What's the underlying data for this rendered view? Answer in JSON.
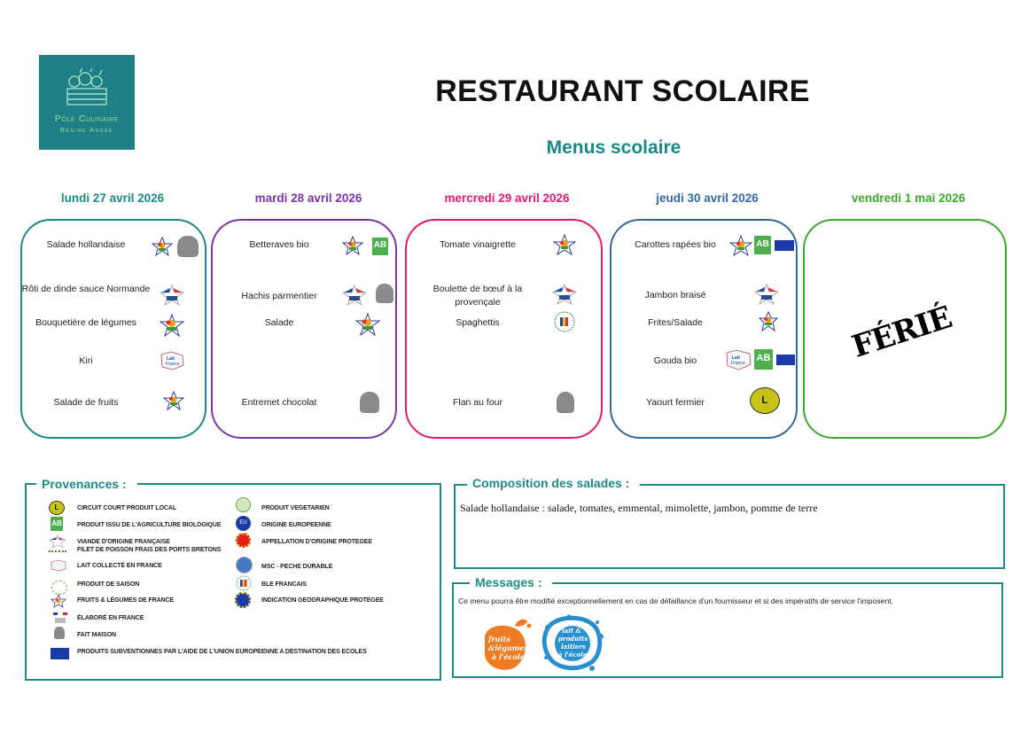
{
  "logo": {
    "line1": "Pôle Culinaire",
    "line2": "Régine Angée"
  },
  "header": {
    "title": "RESTAURANT SCOLAIRE",
    "subtitle": "Menus scolaire"
  },
  "colors": {
    "teal": "#1b8b84",
    "monday": "#1a8a85",
    "tuesday": "#7a35a8",
    "wednesday": "#e8176e",
    "thursday": "#3466a0",
    "friday": "#3aaa2a"
  },
  "days": [
    {
      "label": "lundi 27 avril 2026",
      "dishes": [
        {
          "name": "Salade hollandaise",
          "icons": [
            "fruits-legumes-france-icon",
            "fait-maison-icon"
          ]
        },
        {
          "name": "Rôti de dinde sauce Normande",
          "icons": [
            "viande-francaise-icon"
          ]
        },
        {
          "name": "Bouquetière de légumes",
          "icons": [
            "fruits-legumes-france-icon"
          ]
        },
        {
          "name": "Kiri",
          "icons": [
            "lait-france-icon"
          ]
        },
        {
          "name": "Salade de fruits",
          "icons": [
            "fruits-legumes-france-icon"
          ]
        }
      ]
    },
    {
      "label": "mardi 28 avril 2026",
      "dishes": [
        {
          "name": "Betteraves bio",
          "icons": [
            "fruits-legumes-france-icon",
            "agriculture-bio-icon"
          ]
        },
        {
          "name": "Hachis parmentier",
          "icons": [
            "viande-francaise-icon",
            "fait-maison-icon"
          ]
        },
        {
          "name": "Salade",
          "icons": [
            "fruits-legumes-france-icon"
          ]
        },
        {
          "name": "Entremet chocolat",
          "icons": [
            "fait-maison-icon"
          ]
        }
      ]
    },
    {
      "label": "mercredi 29 avril 2026",
      "dishes": [
        {
          "name": "Tomate vinaigrette",
          "icons": [
            "fruits-legumes-france-icon"
          ]
        },
        {
          "name": "Boulette de bœuf à la provençale",
          "icons": [
            "viande-francaise-icon"
          ]
        },
        {
          "name": "Spaghettis",
          "icons": [
            "ble-francais-icon"
          ]
        },
        {
          "name": "Flan au four",
          "icons": [
            "fait-maison-icon"
          ]
        }
      ]
    },
    {
      "label": "jeudi 30 avril 2026",
      "dishes": [
        {
          "name": "Carottes rapées bio",
          "icons": [
            "fruits-legumes-france-icon",
            "agriculture-bio-icon",
            "eu-subsidy-icon"
          ]
        },
        {
          "name": "Jambon braisé",
          "icons": [
            "viande-francaise-icon"
          ]
        },
        {
          "name": "Frites/Salade",
          "icons": [
            "fruits-legumes-france-icon"
          ]
        },
        {
          "name": "Gouda bio",
          "icons": [
            "lait-france-icon",
            "agriculture-bio-icon",
            "eu-subsidy-icon"
          ]
        },
        {
          "name": "Yaourt fermier",
          "icons": [
            "circuit-court-local-icon"
          ]
        }
      ]
    },
    {
      "label": "vendredi 1 mai 2026",
      "holiday": "FÉRIÉ"
    }
  ],
  "provenances": {
    "title": "Provenances :",
    "left": [
      {
        "icon": "circuit-court-local-icon",
        "text": "CIRCUIT COURT PRODUIT LOCAL"
      },
      {
        "icon": "agriculture-bio-icon",
        "text": "PRODUIT ISSU DE L'AGRICULTURE BIOLOGIQUE"
      },
      {
        "icon": "viande-francaise-icon",
        "text": "VIANDE D'ORIGINE FRANÇAISE"
      },
      {
        "icon": "poisson-icon",
        "text": "FILET DE POISSON FRAIS DES PORTS BRETONS"
      },
      {
        "icon": "lait-france-icon",
        "text": "LAIT COLLECTÉ EN FRANCE"
      },
      {
        "icon": "produit-saison-icon",
        "text": "PRODUIT DE SAISON"
      },
      {
        "icon": "fruits-legumes-france-icon",
        "text": "FRUITS & LÉGUMES DE FRANCE"
      },
      {
        "icon": "elabore-france-icon",
        "text": "ÉLABORÉ EN FRANCE"
      },
      {
        "icon": "fait-maison-icon",
        "text": "FAIT MAISON"
      },
      {
        "icon": "eu-subsidy-icon",
        "text": "PRODUITS SUBVENTIONNES PAR L'AIDE DE L'UNION EUROPEENNE A DESTINATION DES ECOLES"
      }
    ],
    "right": [
      {
        "icon": "vegetarien-icon",
        "text": "PRODUIT VEGETARIEN"
      },
      {
        "icon": "origine-europeenne-icon",
        "text": "ORIGINE EUROPEENNE"
      },
      {
        "icon": "aop-icon",
        "text": "APPELLATION D'ORIGINE PROTEGEE"
      },
      {
        "icon": "msc-icon",
        "text": "MSC - PECHE DURABLE"
      },
      {
        "icon": "ble-francais-icon",
        "text": "BLE FRANCAIS"
      },
      {
        "icon": "igp-icon",
        "text": "INDICATION GEOGRAPHIQUE PROTEGEE"
      }
    ]
  },
  "salades": {
    "title": "Composition des salades :",
    "text": "Salade hollandaise : salade, tomates, emmental, mimolette, jambon, pomme de terre"
  },
  "messages": {
    "title": "Messages :",
    "text": "Ce menu pourra être modifié exceptionnellement en cas de défaillance d'un fournisseur et si des impératifs de service l'imposent.",
    "badges": [
      {
        "name": "fruits-legumes-ecole",
        "lines": [
          "fruits",
          "& légumes",
          "à l'école"
        ],
        "color": "#ef7b22"
      },
      {
        "name": "lait-produits-laitiers-ecole",
        "lines": [
          "lait &",
          "produits",
          "laitiers",
          "à l'école"
        ],
        "color": "#2a8fd0"
      }
    ]
  }
}
